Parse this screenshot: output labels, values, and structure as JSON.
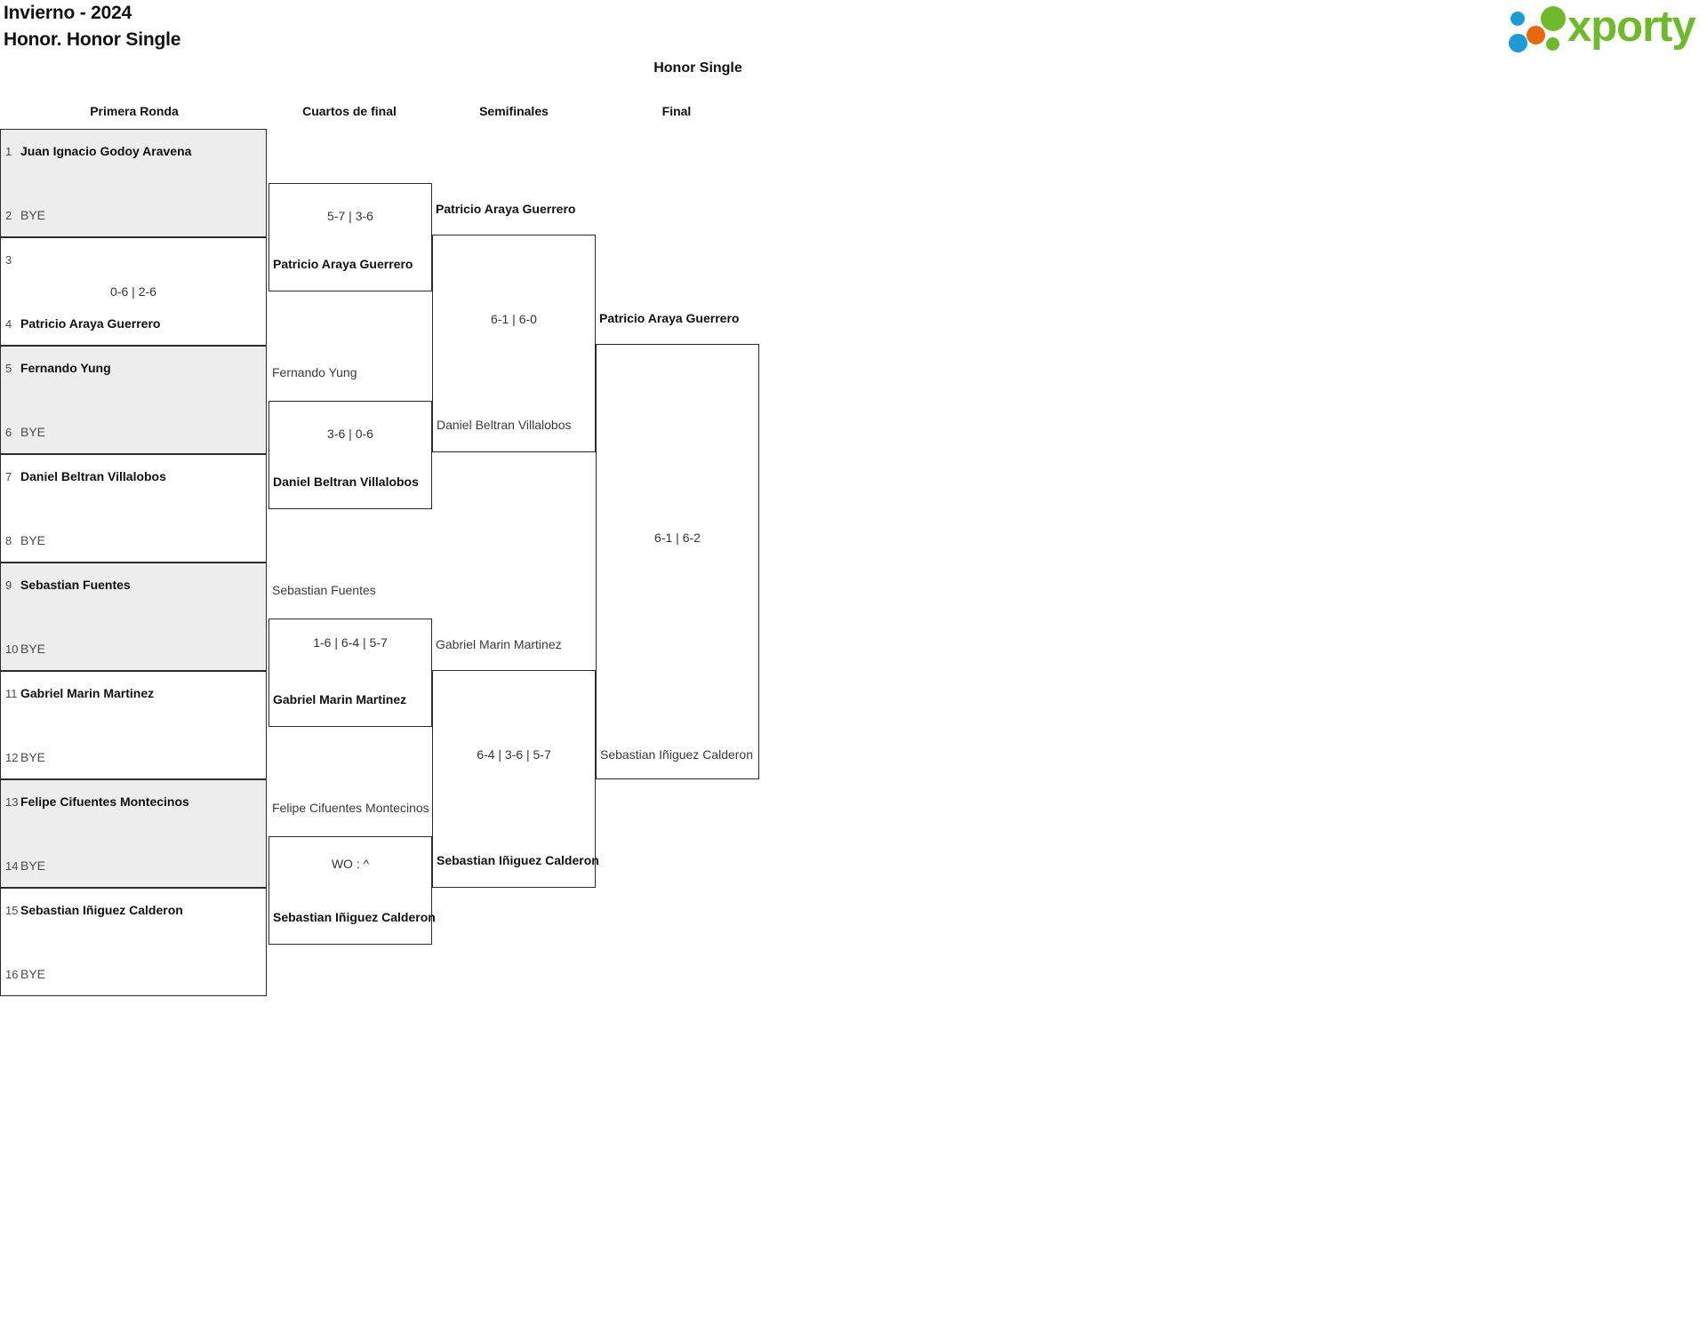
{
  "header": {
    "line1": "Invierno - 2024",
    "line2": "Honor. Honor Single"
  },
  "logo": {
    "wordmark": "xporty",
    "colors": {
      "green": "#6fb92c",
      "blue": "#1e9ad6",
      "orange": "#e8690b"
    }
  },
  "draw_title": "Honor Single",
  "rounds": [
    {
      "label": "Primera Ronda"
    },
    {
      "label": "Cuartos de final"
    },
    {
      "label": "Semifinales"
    },
    {
      "label": "Final"
    }
  ],
  "bye_label": "BYE",
  "round1": {
    "pairs": [
      {
        "shaded": true,
        "top": {
          "seed": "1",
          "name": "Juan Ignacio Godoy Aravena"
        },
        "bottom": {
          "seed": "2",
          "name": "BYE",
          "is_bye": true
        },
        "score": ""
      },
      {
        "shaded": false,
        "top": {
          "seed": "3",
          "name": ""
        },
        "bottom": {
          "seed": "4",
          "name": "Patricio Araya Guerrero"
        },
        "score": "0-6 | 2-6"
      },
      {
        "shaded": true,
        "top": {
          "seed": "5",
          "name": "Fernando Yung"
        },
        "bottom": {
          "seed": "6",
          "name": "BYE",
          "is_bye": true
        },
        "score": ""
      },
      {
        "shaded": false,
        "top": {
          "seed": "7",
          "name": "Daniel Beltran Villalobos"
        },
        "bottom": {
          "seed": "8",
          "name": "BYE",
          "is_bye": true
        },
        "score": ""
      },
      {
        "shaded": true,
        "top": {
          "seed": "9",
          "name": "Sebastian Fuentes"
        },
        "bottom": {
          "seed": "10",
          "name": "BYE",
          "is_bye": true
        },
        "score": ""
      },
      {
        "shaded": false,
        "top": {
          "seed": "11",
          "name": "Gabriel Marin Martinez"
        },
        "bottom": {
          "seed": "12",
          "name": "BYE",
          "is_bye": true
        },
        "score": ""
      },
      {
        "shaded": true,
        "top": {
          "seed": "13",
          "name": "Felipe Cifuentes Montecinos"
        },
        "bottom": {
          "seed": "14",
          "name": "BYE",
          "is_bye": true
        },
        "score": ""
      },
      {
        "shaded": false,
        "top": {
          "seed": "15",
          "name": "Sebastian Iñiguez Calderon"
        },
        "bottom": {
          "seed": "16",
          "name": "BYE",
          "is_bye": true
        },
        "score": ""
      }
    ]
  },
  "quarterfinals": [
    {
      "score": "5-7 | 3-6",
      "winner": "Patricio Araya Guerrero",
      "loser_next": "Fernando Yung"
    },
    {
      "score": "3-6 | 0-6",
      "winner": "Daniel Beltran Villalobos",
      "loser_next": "Sebastian Fuentes"
    },
    {
      "score": "1-6 | 6-4 | 5-7",
      "winner": "Gabriel Marin Martinez",
      "loser_next": "Felipe Cifuentes Montecinos"
    },
    {
      "score": "WO : ^",
      "winner": "Sebastian Iñiguez Calderon",
      "loser_next": ""
    }
  ],
  "semifinals": [
    {
      "score": "6-1 | 6-0",
      "advance_top": "Patricio Araya Guerrero",
      "loser": "Daniel Beltran Villalobos"
    },
    {
      "score": "6-4 | 3-6 | 5-7",
      "advance_top": "Gabriel Marin Martinez",
      "loser": "Sebastian Iñiguez Calderon"
    }
  ],
  "final": {
    "score": "6-1 | 6-2",
    "advance_top": "Patricio Araya Guerrero",
    "loser": "Sebastian Iñiguez Calderon"
  }
}
